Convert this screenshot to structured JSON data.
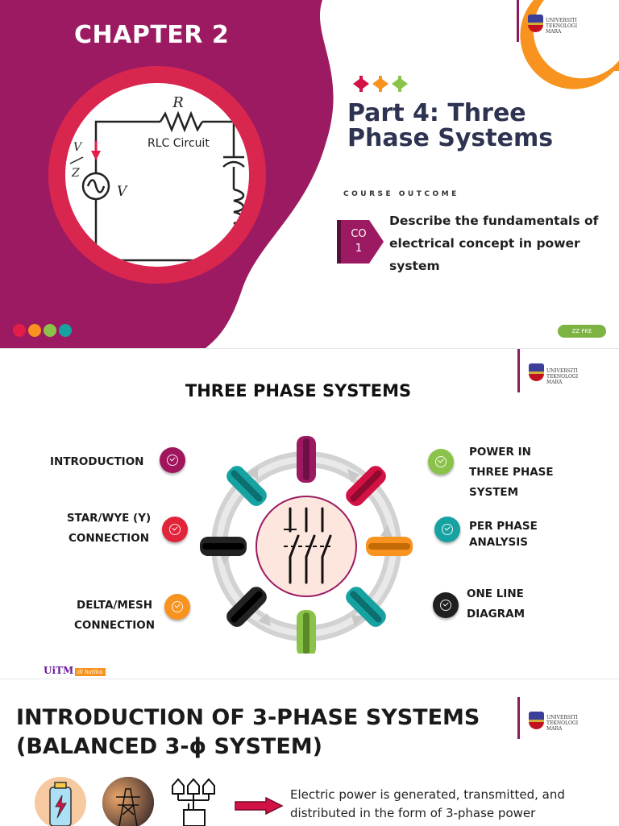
{
  "slide1": {
    "chapter": "CHAPTER 2",
    "circuit_label": "RLC Circuit",
    "resistor_symbol": "R",
    "source_symbol": "V",
    "vz_top": "V",
    "vz_bottom": "Z",
    "title_line1": "Part 4: Three",
    "title_line2": "Phase Systems",
    "course_outcome_label": "COURSE OUTCOME",
    "co_tag_line1": "CO",
    "co_tag_line2": "1",
    "outcome_line1": "Describe the fundamentals of",
    "outcome_line2": "electrical concept in power",
    "outcome_line3": "system",
    "footer_tag": "ZZ FKE",
    "logo_lines": [
      "UNIVERSITI",
      "TEKNOLOGI",
      "MARA"
    ],
    "accent_colors": [
      "#d21145",
      "#f7931e",
      "#8bc34a"
    ],
    "dot_colors": [
      "#e11d48",
      "#f7931e",
      "#8bc34a",
      "#17a2a2"
    ]
  },
  "slide2": {
    "title": "THREE PHASE SYSTEMS",
    "items": {
      "introduction": {
        "line1": "INTRODUCTION"
      },
      "star": {
        "line1": "STAR/WYE (Y)",
        "line2": "CONNECTION"
      },
      "delta": {
        "line1": "DELTA/MESH",
        "line2": "CONNECTION"
      },
      "power": {
        "line1": "POWER IN",
        "line2": "THREE PHASE",
        "line3": "SYSTEM"
      },
      "perphase": {
        "line1": "PER PHASE",
        "line2": "ANALYSIS"
      },
      "oneline": {
        "line1": "ONE LINE",
        "line2": "DIAGRAM"
      }
    },
    "badge_colors": {
      "introduction": "#a0155d",
      "star": "#e2243a",
      "delta": "#f7931e",
      "power": "#8bc34a",
      "perphase": "#17a2a2",
      "oneline": "#1f1f1f"
    },
    "footer_logo_main": "UiTM",
    "footer_logo_script": "di hatiku"
  },
  "slide3": {
    "title_line1": "INTRODUCTION OF 3-PHASE SYSTEMS",
    "title_line2": "(BALANCED 3-ϕ SYSTEM)",
    "desc_line1": "Electric power is generated, transmitted, and",
    "desc_line2": "distributed in the form of 3-phase power"
  }
}
